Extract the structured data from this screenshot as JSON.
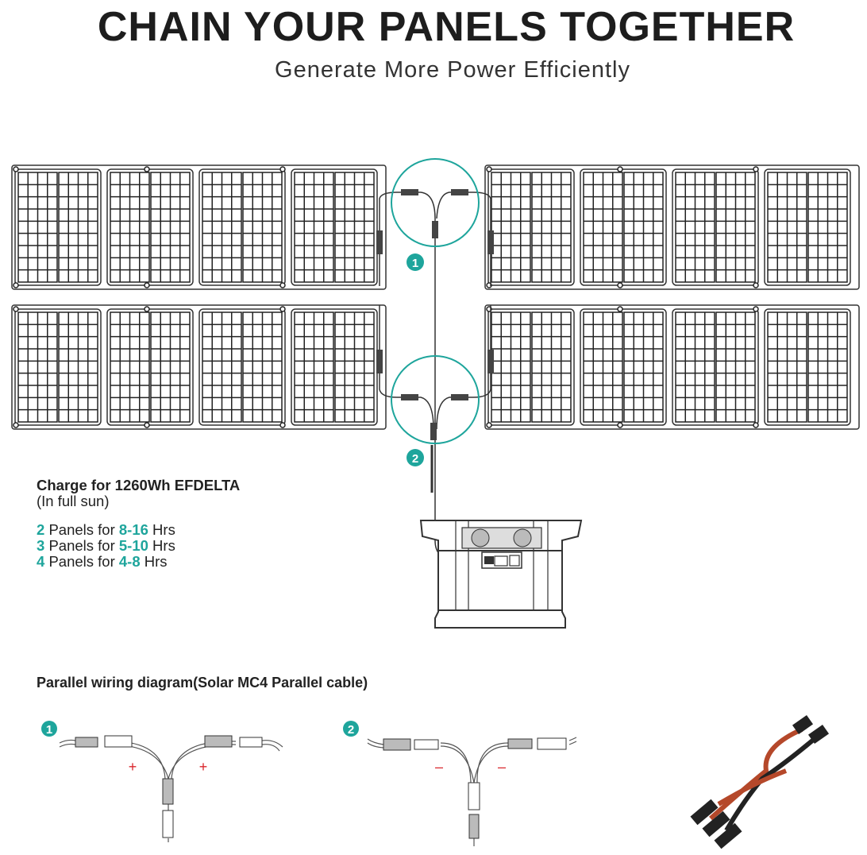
{
  "header": {
    "title": "CHAIN YOUR PANELS TOGETHER",
    "subtitle": "Generate More Power Efficiently"
  },
  "callouts": [
    {
      "number": "1"
    },
    {
      "number": "2"
    }
  ],
  "charge_info": {
    "heading": "Charge for 1260Wh EFDELTA",
    "condition": "(In full sun)",
    "rows": [
      {
        "count": "2",
        "label": "Panels for",
        "time": "8-16",
        "unit": "Hrs"
      },
      {
        "count": "3",
        "label": "Panels for",
        "time": "5-10",
        "unit": "Hrs"
      },
      {
        "count": "4",
        "label": "Panels for",
        "time": "4-8",
        "unit": "Hrs"
      }
    ]
  },
  "wiring": {
    "title": "Parallel wiring diagram(Solar MC4 Parallel cable)",
    "diagram1": {
      "number": "1",
      "polarity_left": "+",
      "polarity_right": "+"
    },
    "diagram2": {
      "number": "2",
      "polarity_left": "–",
      "polarity_right": "–"
    }
  },
  "colors": {
    "accent": "#1ea59c",
    "polarity": "#d9262c",
    "line": "#222222",
    "cable_red": "#b5482a"
  }
}
